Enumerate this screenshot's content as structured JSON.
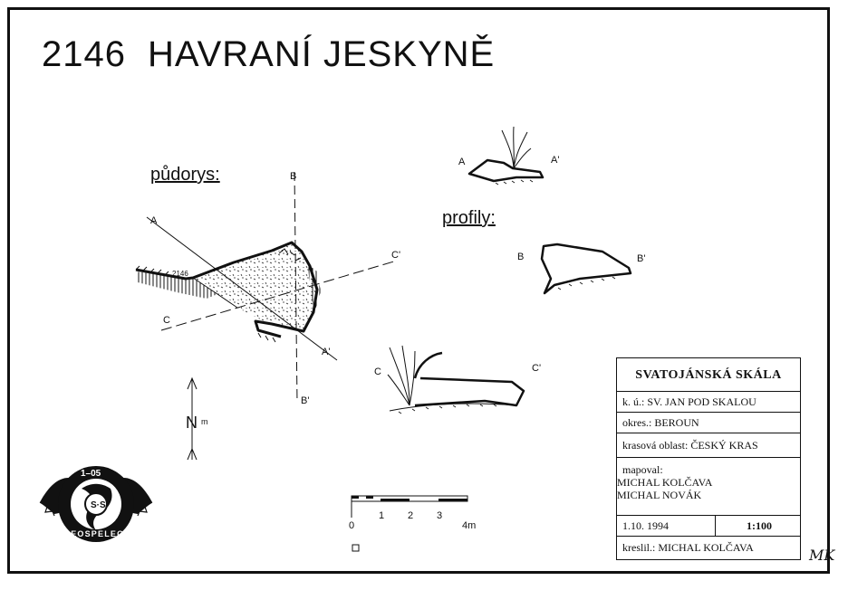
{
  "title": {
    "number": "2146",
    "name": "HAVRANÍ JESKYNĚ"
  },
  "labels": {
    "plan": "půdorys:",
    "profiles": "profily:",
    "north": "N",
    "north_sub": "m",
    "cave_number_on_plan": "2146"
  },
  "section_letters": {
    "plan_a": "A",
    "plan_a2": "A'",
    "plan_b": "B",
    "plan_b2": "B'",
    "plan_c": "C",
    "plan_c2": "C'",
    "prof_a": "A",
    "prof_a2": "A'",
    "prof_b": "B",
    "prof_b2": "B'",
    "prof_c": "C",
    "prof_c2": "C'"
  },
  "scale_bar": {
    "ticks": [
      "0",
      "1",
      "2",
      "3",
      "4m"
    ]
  },
  "logo": {
    "top_text": "1–05",
    "bottom_text": "GEOSPELEOS",
    "ring_letters": "S·S"
  },
  "info": {
    "heading": "SVATOJÁNSKÁ SKÁLA",
    "ku": "k. ú.: SV. JAN POD SKALOU",
    "okres": "okres.: BEROUN",
    "oblast": "krasová oblast: ČESKÝ KRAS",
    "mapoval_label": "mapoval:",
    "surveyor_1": "MICHAL KOLČAVA",
    "surveyor_2": "MICHAL NOVÁK",
    "date": "1.10. 1994",
    "scale": "1:100",
    "kreslil": "kreslil.: MICHAL KOLČAVA"
  },
  "signature": "MK"
}
